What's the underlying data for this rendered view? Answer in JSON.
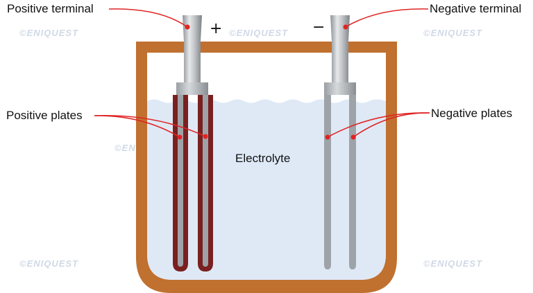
{
  "diagram": {
    "labels": {
      "positive_terminal": "Positive terminal",
      "negative_terminal": "Negative terminal",
      "positive_plates": "Positive plates",
      "negative_plates": "Negative plates",
      "electrolyte": "Electrolyte",
      "plus_sign": "+",
      "minus_sign": "−"
    },
    "watermark": "©ENIQUEST",
    "colors": {
      "casing": "#c0702f",
      "electrolyte": "#dfe9f6",
      "positive_plate": "#7a2020",
      "negative_plate": "#9ea3a8",
      "terminal": "#b9bdc1",
      "leader_line": "#e02424"
    }
  }
}
